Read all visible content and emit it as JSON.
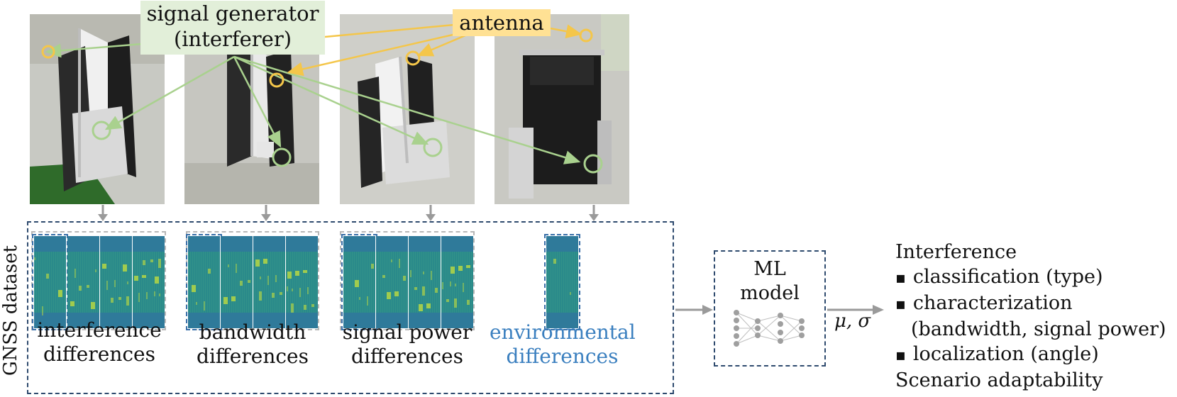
{
  "callouts": {
    "generator": [
      "signal generator",
      "(interferer)"
    ],
    "antenna": "antenna"
  },
  "dataset_label": "GNSS dataset",
  "groups": [
    {
      "label": [
        "interference",
        "differences"
      ],
      "color": "#111111"
    },
    {
      "label": [
        "bandwidth",
        "differences"
      ],
      "color": "#111111"
    },
    {
      "label": [
        "signal power",
        "differences"
      ],
      "color": "#111111"
    },
    {
      "label": [
        "environmental",
        "differences"
      ],
      "color": "#3a7fbf"
    }
  ],
  "model": [
    "ML",
    "model"
  ],
  "output_symbol": "μ, σ",
  "outputs": {
    "heading": "Interference",
    "items": [
      {
        "text": "classification (type)"
      },
      {
        "text": "characterization",
        "continuation": "(bandwidth, signal power)"
      },
      {
        "text": "localization (angle)"
      }
    ],
    "footer": "Scenario adaptability"
  },
  "colors": {
    "frame_dash": "#2e4a6e",
    "spectrogram_bg": "#2a8a8a",
    "spectrogram_hot": "#c8e03a",
    "generator_arrow": "#a9d18e",
    "antenna_arrow": "#f4c64a",
    "flow_arrow": "#9a9a9a"
  }
}
